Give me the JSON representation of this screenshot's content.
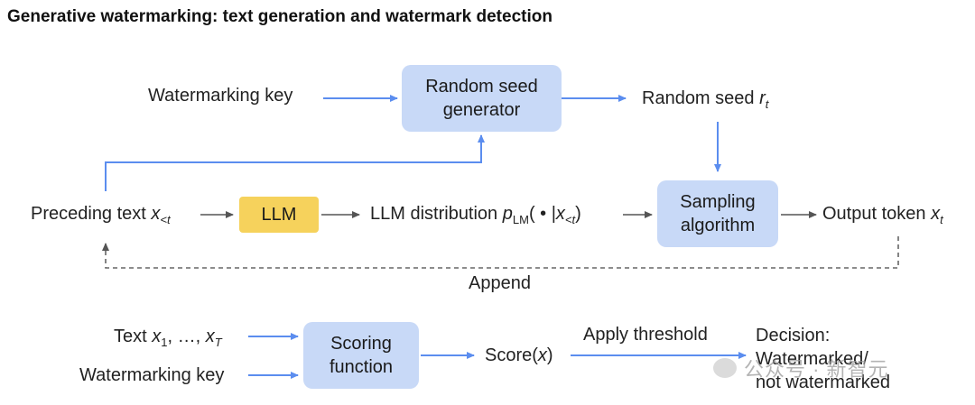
{
  "title": "Generative watermarking: text generation and watermark detection",
  "generation": {
    "watermarking_key": "Watermarking key",
    "random_seed_generator": [
      "Random seed",
      "generator"
    ],
    "random_seed": {
      "text": "Random seed",
      "var": "r",
      "sub": "t"
    },
    "preceding_text": {
      "text": "Preceding text",
      "var": "x",
      "sub": "<t"
    },
    "llm": "LLM",
    "llm_distribution": {
      "text": "LLM distribution",
      "var": "p",
      "sub": "LM",
      "args": "( • |",
      "arg_var": "x",
      "arg_sub": "<t",
      "close": ")"
    },
    "sampling_algorithm": [
      "Sampling",
      "algorithm"
    ],
    "output_token": {
      "text": "Output token",
      "var": "x",
      "sub": "t"
    },
    "append": "Append"
  },
  "detection": {
    "text_input": {
      "text": "Text",
      "v1": "x",
      "s1": "1",
      "sep": ", …, ",
      "v2": "x",
      "s2": "T"
    },
    "watermarking_key": "Watermarking key",
    "scoring_function": [
      "Scoring",
      "function"
    ],
    "score": {
      "text": "Score(",
      "var": "x",
      "close": ")"
    },
    "apply_threshold": "Apply threshold",
    "decision": [
      "Decision:",
      "Watermarked/",
      "not watermarked"
    ]
  },
  "watermark_overlay": "公众号 · 新智元",
  "colors": {
    "arrow_blue": "#5b8def",
    "arrow_gray": "#555555",
    "box_blue": "#c8d9f7",
    "llm_yellow": "#f6d25c"
  }
}
